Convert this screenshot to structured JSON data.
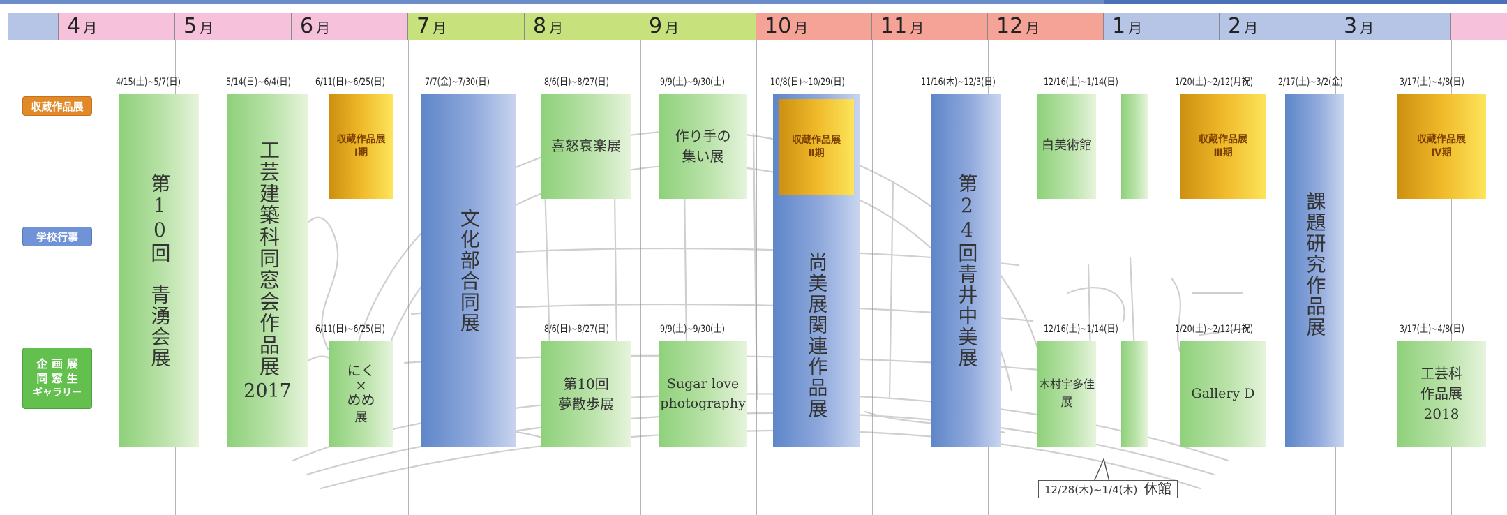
{
  "months": [
    {
      "num": "4",
      "unit": "月",
      "color": "#f6c2db"
    },
    {
      "num": "5",
      "unit": "月",
      "color": "#f6c2db"
    },
    {
      "num": "6",
      "unit": "月",
      "color": "#f6c2db"
    },
    {
      "num": "7",
      "unit": "月",
      "color": "#c7e17d"
    },
    {
      "num": "8",
      "unit": "月",
      "color": "#c7e17d"
    },
    {
      "num": "9",
      "unit": "月",
      "color": "#c7e17d"
    },
    {
      "num": "10",
      "unit": "月",
      "color": "#f5a396"
    },
    {
      "num": "11",
      "unit": "月",
      "color": "#f5a396"
    },
    {
      "num": "12",
      "unit": "月",
      "color": "#f5a396"
    },
    {
      "num": "1",
      "unit": "月",
      "color": "#b6c4e6"
    },
    {
      "num": "2",
      "unit": "月",
      "color": "#b6c4e6"
    },
    {
      "num": "3",
      "unit": "月",
      "color": "#b6c4e6"
    }
  ],
  "legend": {
    "collection": "収蔵作品展",
    "school": "学校行事",
    "planned_line1": "企 画 展",
    "planned_line2": "同 窓 生",
    "planned_line3": "ギャラリー"
  },
  "colors": {
    "orange_tag": "#e08a2a",
    "blue_tag": "#6f93d6",
    "green_tag": "#63c04e"
  },
  "exhibitions": {
    "seiyu": {
      "date": "4/15(土)~5/7(日)",
      "title": "第10回　青湧会展"
    },
    "kougei_dousou": {
      "date": "5/14(日)~6/4(日)",
      "title": "工芸建築科同窓会作品展",
      "year": "2017"
    },
    "collection1": {
      "date": "6/11(日)~6/25(日)",
      "title_line1": "収蔵作品展",
      "title_line2": "Ⅰ期"
    },
    "niku": {
      "date": "6/11(日)~6/25(日)",
      "line1": "に",
      "line2": "く",
      "line3": "×",
      "line4": "め",
      "line5": "め",
      "line6": "展"
    },
    "bunka": {
      "date": "7/7(金)~7/30(日)",
      "title": "文化部合同展"
    },
    "kido": {
      "date": "8/6(日)~8/27(日)",
      "title": "喜怒哀楽展"
    },
    "musanpo": {
      "date": "8/6(日)~8/27(日)",
      "line1": "第10回",
      "line2": "夢散歩展"
    },
    "tsukurite": {
      "date": "9/9(土)~9/30(土)",
      "line1": "作り手の",
      "line2": "集い展"
    },
    "sugar": {
      "date": "9/9(土)~9/30(土)",
      "line1": "Sugar love",
      "line2": "photography"
    },
    "collection2": {
      "date": "10/8(日)~10/29(日)",
      "title_line1": "収蔵作品展",
      "title_line2": "Ⅱ期"
    },
    "shobi": {
      "title": "尚美展関連作品展"
    },
    "aoi": {
      "date": "11/16(木)~12/3(日)",
      "title": "第24回青井中美展"
    },
    "hakubi": {
      "date": "12/16(土)~1/14(日)",
      "title": "白美術館"
    },
    "kimura": {
      "date": "12/16(土)~1/14(日)",
      "line1": "木村宇多佳",
      "line2": "展"
    },
    "collection3": {
      "date": "1/20(土)~2/12(月祝)",
      "title_line1": "収蔵作品展",
      "title_line2": "Ⅲ期"
    },
    "galleryd": {
      "date": "1/20(土)~2/12(月祝)",
      "title": "Gallery D"
    },
    "kadai": {
      "date": "2/17(土)~3/2(金)",
      "title": "課題研究作品展"
    },
    "collection4": {
      "date": "3/17(土)~4/8(日)",
      "title_line1": "収蔵作品展",
      "title_line2": "Ⅳ期"
    },
    "kougeika": {
      "date": "3/17(土)~4/8(日)",
      "line1": "工芸科",
      "line2": "作品展",
      "line3": "2018"
    }
  },
  "closed": {
    "dates": "12/28(木)~1/4(木)",
    "label": "休館"
  }
}
